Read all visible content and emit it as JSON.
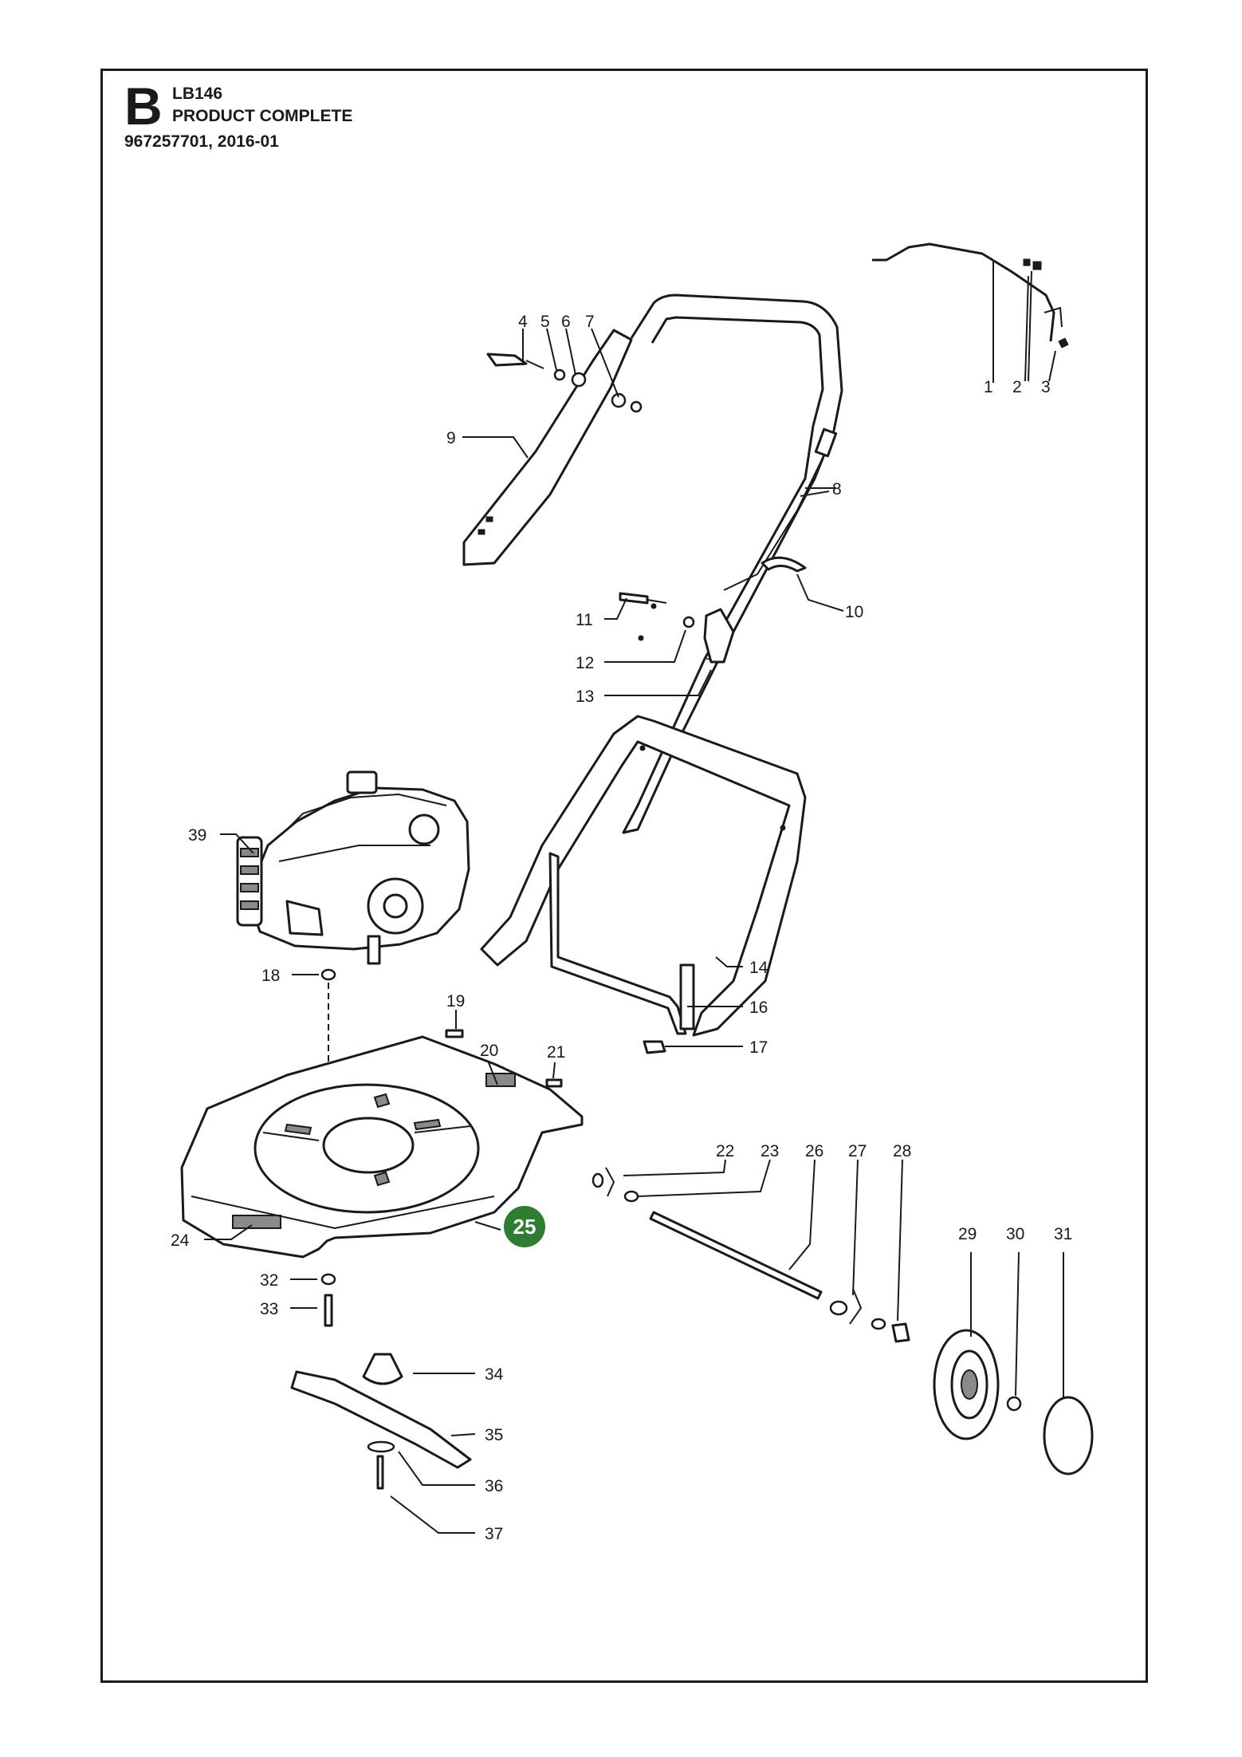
{
  "header": {
    "section_letter": "B",
    "model": "LB146",
    "description": "PRODUCT COMPLETE",
    "document": "967257701, 2016-01"
  },
  "callouts": {
    "c1": "1",
    "c2": "2",
    "c3": "3",
    "c4": "4",
    "c5": "5",
    "c6": "6",
    "c7": "7",
    "c8": "8",
    "c9": "9",
    "c10": "10",
    "c11": "11",
    "c12": "12",
    "c13": "13",
    "c14": "14",
    "c16": "16",
    "c17": "17",
    "c18": "18",
    "c19": "19",
    "c20": "20",
    "c21": "21",
    "c22": "22",
    "c23": "23",
    "c24": "24",
    "c25": "25",
    "c26": "26",
    "c27": "27",
    "c28": "28",
    "c29": "29",
    "c30": "30",
    "c31": "31",
    "c32": "32",
    "c33": "33",
    "c34": "34",
    "c35": "35",
    "c36": "36",
    "c37": "37",
    "c39": "39"
  },
  "colors": {
    "highlight_badge": "#2e7d32",
    "line": "#1a1a1a"
  }
}
